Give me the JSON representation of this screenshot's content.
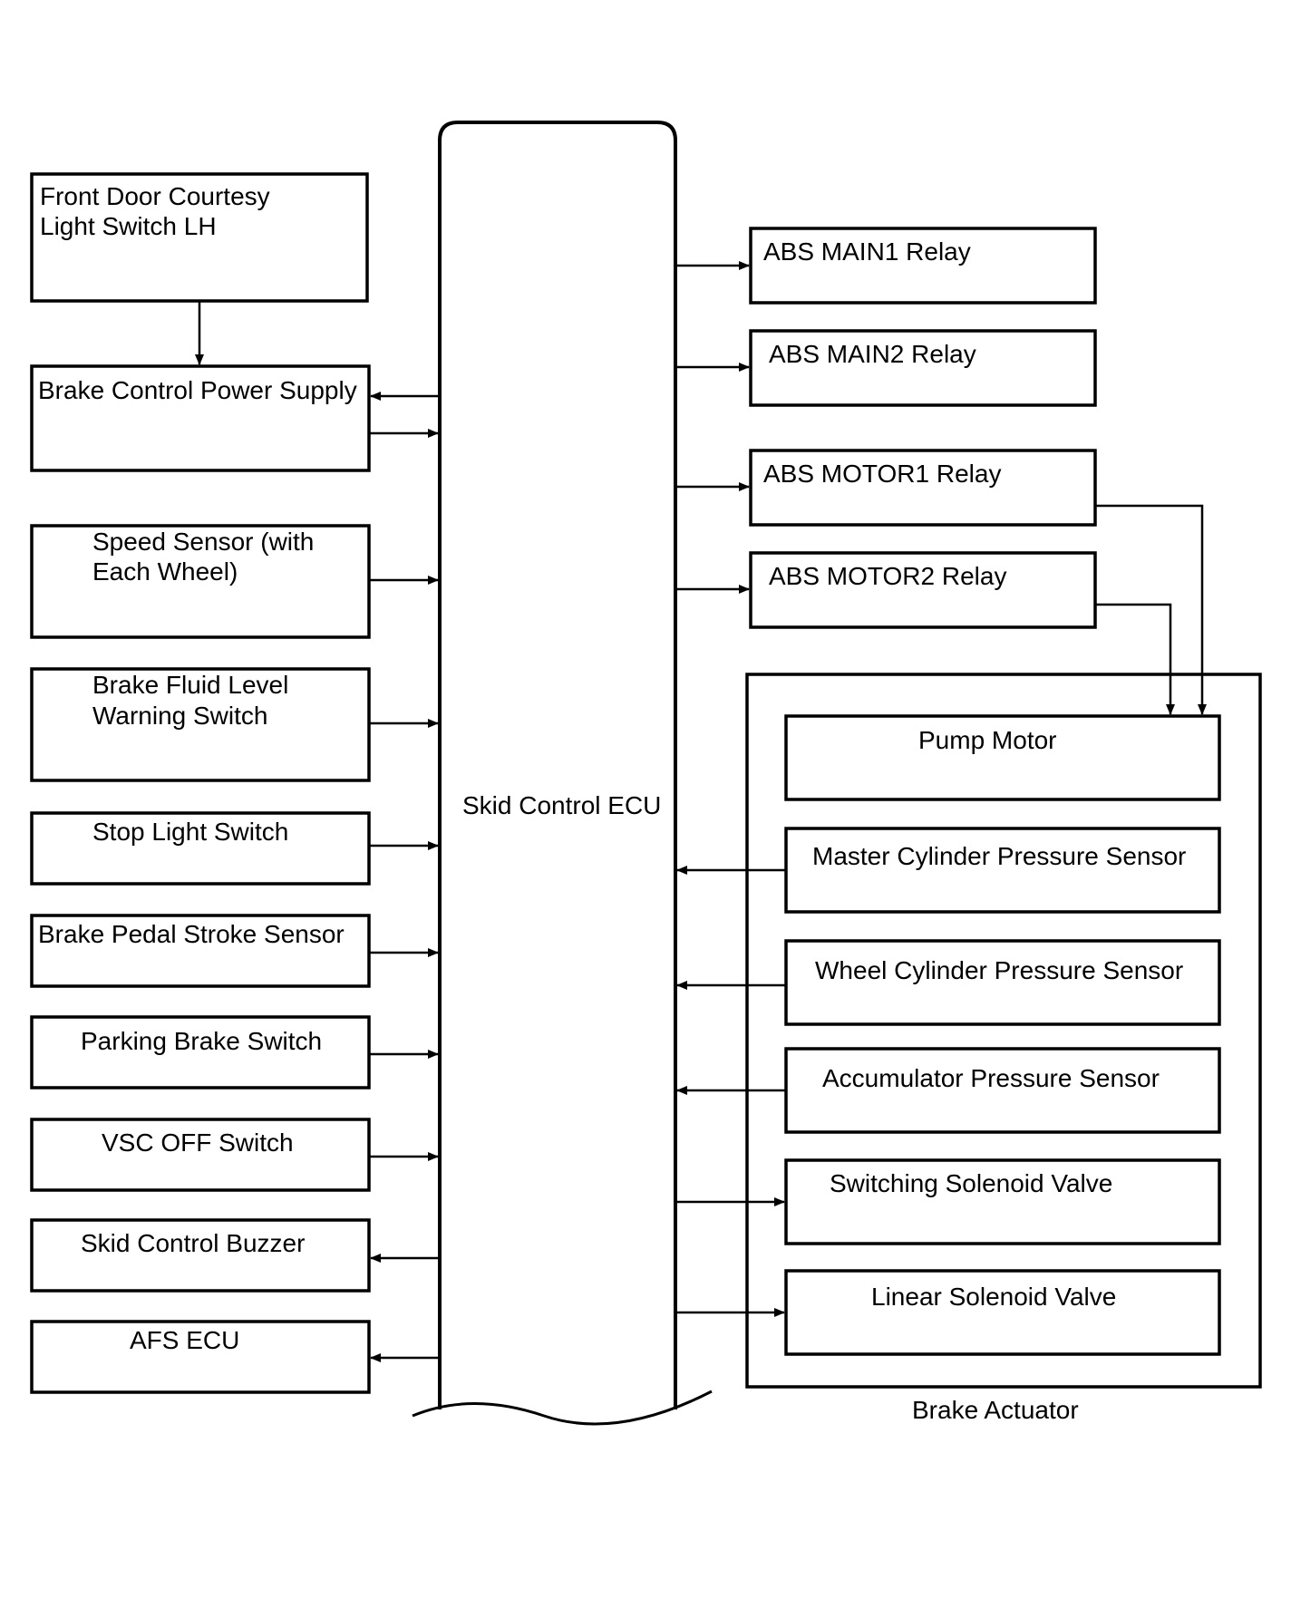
{
  "ecu": {
    "label": "Skid Control ECU"
  },
  "left_blocks": {
    "courtesy_switch": {
      "line1": "Front Door Courtesy",
      "line2": "Light Switch LH"
    },
    "power_supply": {
      "label": "Brake Control Power Supply"
    },
    "speed_sensor": {
      "line1": "Speed Sensor (with",
      "line2": "Each Wheel)"
    },
    "fluid_level": {
      "line1": "Brake Fluid Level",
      "line2": "Warning Switch"
    },
    "stop_light": {
      "label": "Stop Light Switch"
    },
    "pedal_stroke": {
      "label": "Brake Pedal Stroke Sensor"
    },
    "parking_brake": {
      "label": "Parking Brake Switch"
    },
    "vsc_off": {
      "label": "VSC OFF Switch"
    },
    "buzzer": {
      "label": "Skid Control Buzzer"
    },
    "afs_ecu": {
      "label": "AFS ECU"
    }
  },
  "relays": {
    "main1": {
      "label": "ABS MAIN1 Relay"
    },
    "main2": {
      "label": "ABS MAIN2 Relay"
    },
    "motor1": {
      "label": "ABS MOTOR1 Relay"
    },
    "motor2": {
      "label": "ABS MOTOR2 Relay"
    }
  },
  "actuator": {
    "label": "Brake Actuator",
    "pump_motor": {
      "label": "Pump Motor"
    },
    "master_cylinder": {
      "label": "Master Cylinder Pressure Sensor"
    },
    "wheel_cylinder": {
      "label": "Wheel Cylinder Pressure Sensor"
    },
    "accumulator": {
      "label": "Accumulator Pressure Sensor"
    },
    "switching_valve": {
      "label": "Switching Solenoid Valve"
    },
    "linear_valve": {
      "label": "Linear Solenoid Valve"
    }
  }
}
